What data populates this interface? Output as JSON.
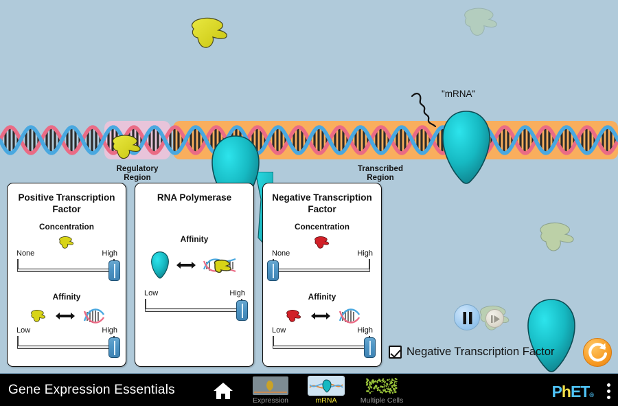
{
  "sim": {
    "title": "Gene Expression Essentials",
    "background_color": "#b0cada"
  },
  "canvas": {
    "labels": {
      "regulatory_region": "Regulatory\nRegion",
      "regulatory_region_line1": "Regulatory",
      "regulatory_region_line2": "Region",
      "transcribed_region_line1": "Transcribed",
      "transcribed_region_line2": "Region",
      "mrna": "\"mRNA\""
    },
    "colors": {
      "regulatory_highlight": "#e8c4da",
      "transcribed_highlight": "#f9ae5d",
      "dna_strand_a": "#ea6b85",
      "dna_strand_b": "#49a8e0",
      "polymerase": "#18c4cd",
      "positive_tf": "#d8d417",
      "negative_tf": "#d12028"
    }
  },
  "panels": [
    {
      "id": "positive-transcription-factor",
      "title_line1": "Positive Transcription",
      "title_line2": "Factor",
      "sections": [
        {
          "id": "concentration",
          "heading": "Concentration",
          "icon": "positive-tf-blob-icon",
          "slider": {
            "left_label": "None",
            "right_label": "High",
            "value_position": "high"
          }
        },
        {
          "id": "affinity",
          "heading": "Affinity",
          "icon_left": "positive-tf-blob-icon",
          "icon_arrow": "double-arrow-icon",
          "icon_right": "dna-segment-icon",
          "slider": {
            "left_label": "Low",
            "right_label": "High",
            "value_position": "high"
          }
        }
      ]
    },
    {
      "id": "rna-polymerase",
      "title_line1": "RNA Polymerase",
      "title_line2": "",
      "sections": [
        {
          "id": "affinity",
          "heading": "Affinity",
          "icon_left": "rna-polymerase-icon",
          "icon_arrow": "double-arrow-icon",
          "icon_right": "dna-with-positive-tf-icon",
          "slider": {
            "left_label": "Low",
            "right_label": "High",
            "value_position": "high"
          }
        }
      ]
    },
    {
      "id": "negative-transcription-factor",
      "title_line1": "Negative Transcription",
      "title_line2": "Factor",
      "sections": [
        {
          "id": "concentration",
          "heading": "Concentration",
          "icon": "negative-tf-blob-icon",
          "slider": {
            "left_label": "None",
            "right_label": "High",
            "value_position": "low"
          }
        },
        {
          "id": "affinity",
          "heading": "Affinity",
          "icon_left": "negative-tf-blob-icon",
          "icon_arrow": "double-arrow-icon",
          "icon_right": "dna-segment-icon",
          "slider": {
            "left_label": "Low",
            "right_label": "High",
            "value_position": "high"
          }
        }
      ]
    }
  ],
  "controls": {
    "negative_tf_checkbox": {
      "label": "Negative Transcription Factor",
      "checked": true
    },
    "play_pause": {
      "state": "paused",
      "icon": "pause-icon"
    },
    "step_forward": {
      "icon": "step-forward-icon",
      "enabled": false
    },
    "reset_all": {
      "icon": "reset-icon"
    }
  },
  "bottom_bar": {
    "title": "Gene Expression Essentials",
    "home_icon": "home-icon",
    "tabs": [
      {
        "label": "Expression",
        "selected": false,
        "thumb": "expression-thumb"
      },
      {
        "label": "mRNA",
        "selected": true,
        "thumb": "mrna-thumb"
      },
      {
        "label": "Multiple Cells",
        "selected": false,
        "thumb": "multiple-cells-thumb"
      }
    ],
    "logo": {
      "p": "P",
      "h": "h",
      "et": "ET",
      "reg": "®"
    },
    "menu_icon": "kebab-menu-icon"
  }
}
